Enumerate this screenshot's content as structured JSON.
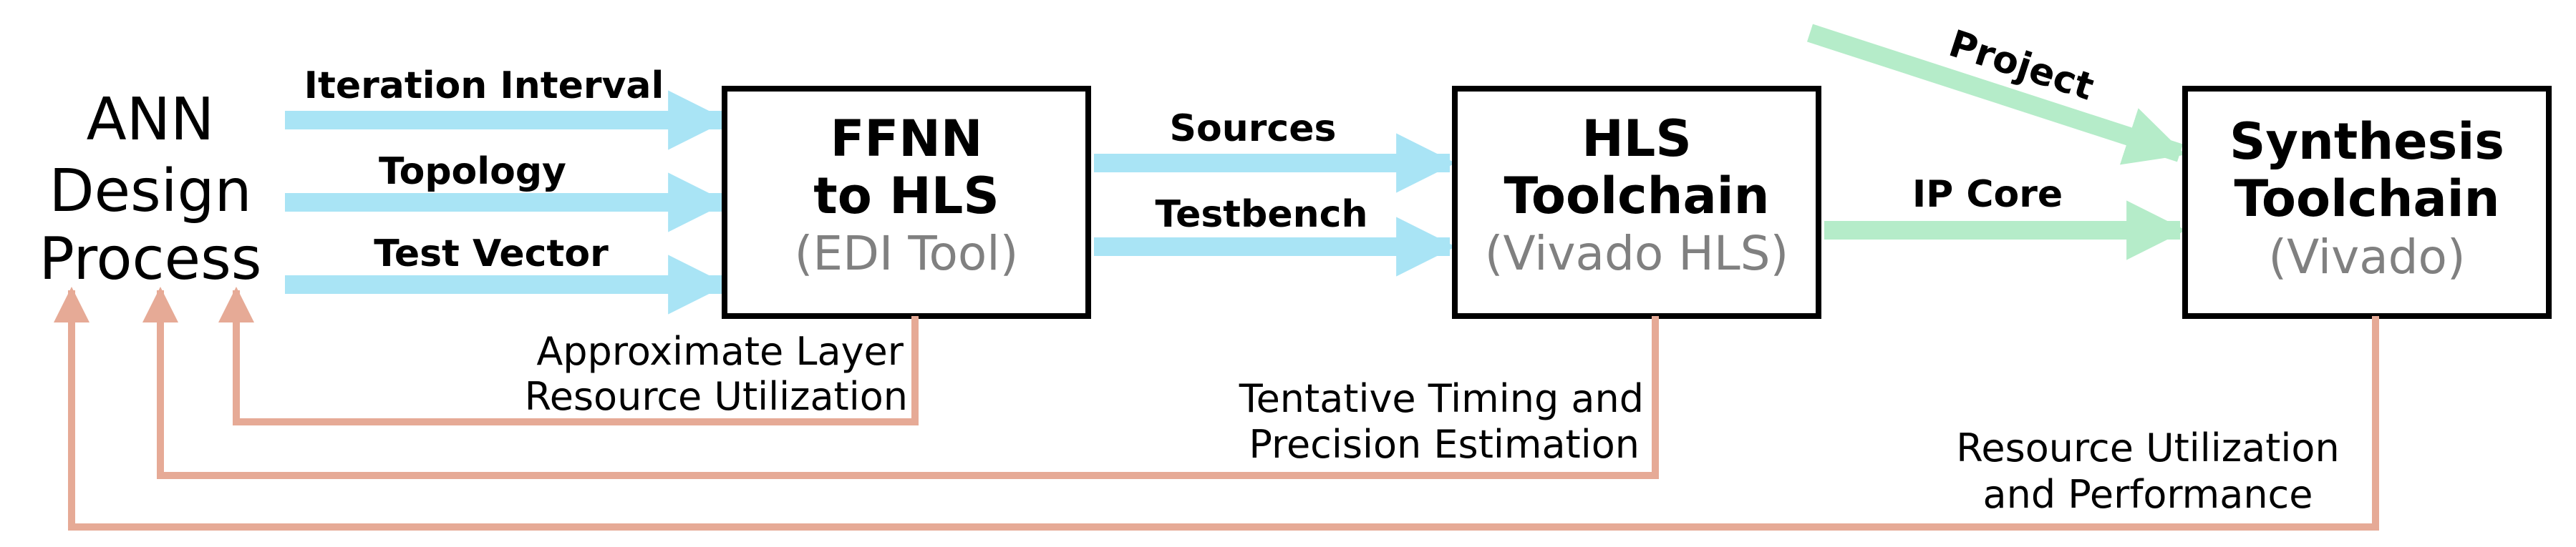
{
  "colors": {
    "input_arrow": "#a9e4f5",
    "green_arrow": "#b5ecc9",
    "feedback_line": "#e6aa96",
    "box_stroke": "#000000",
    "subtitle": "#808080"
  },
  "ann": {
    "line1": "ANN",
    "line2": "Design",
    "line3": "Process"
  },
  "inputs": {
    "iteration_interval": "Iteration Interval",
    "topology": "Topology",
    "test_vector": "Test Vector"
  },
  "boxes": {
    "ffnn": {
      "line1": "FFNN",
      "line2": "to HLS",
      "sub": "(EDI Tool)"
    },
    "hls": {
      "line1": "HLS",
      "line2": "Toolchain",
      "sub": "(Vivado HLS)"
    },
    "synth": {
      "line1": "Synthesis",
      "line2": "Toolchain",
      "sub": "(Vivado)"
    }
  },
  "arrows": {
    "sources": "Sources",
    "testbench": "Testbench",
    "ip_core": "IP Core",
    "project": "Project"
  },
  "feedback": {
    "f1": {
      "line1": "Approximate Layer",
      "line2": "Resource Utilization"
    },
    "f2": {
      "line1": "Tentative Timing and",
      "line2": "Precision Estimation"
    },
    "f3": {
      "line1": "Resource Utilization",
      "line2": "and Performance"
    }
  }
}
